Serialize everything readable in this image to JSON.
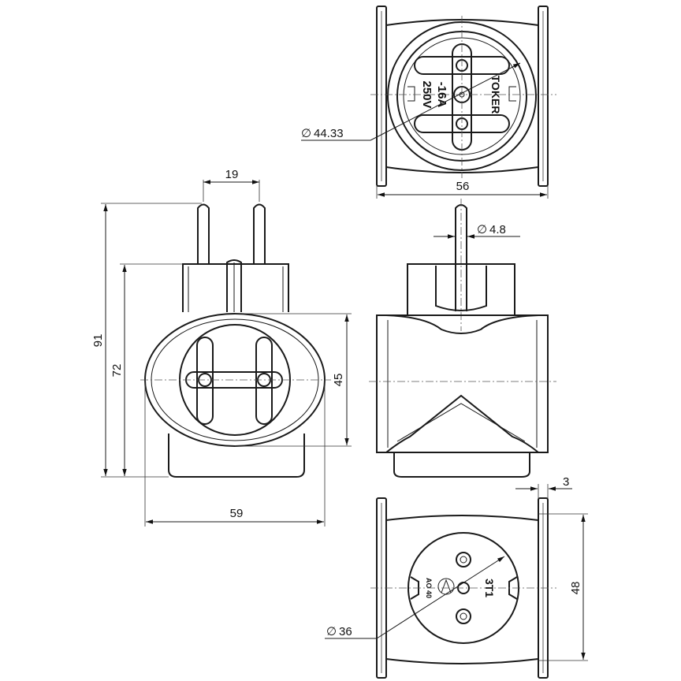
{
  "dimensions": {
    "diam_socket_front": "44.33",
    "width_top": "56",
    "pin_spacing": "19",
    "pin_diameter": "4.8",
    "height_total": "91",
    "height_body": "72",
    "oval_height": "45",
    "width_front": "59",
    "flange_thickness": "3",
    "height_bottom": "48",
    "diam_socket_bottom": "36"
  },
  "diameter_symbol": "∅",
  "markings": {
    "top_brand": "TOKER",
    "top_current": "-16A",
    "top_voltage": "250V",
    "bottom_model": "3T1",
    "bottom_code": "AO 40"
  }
}
